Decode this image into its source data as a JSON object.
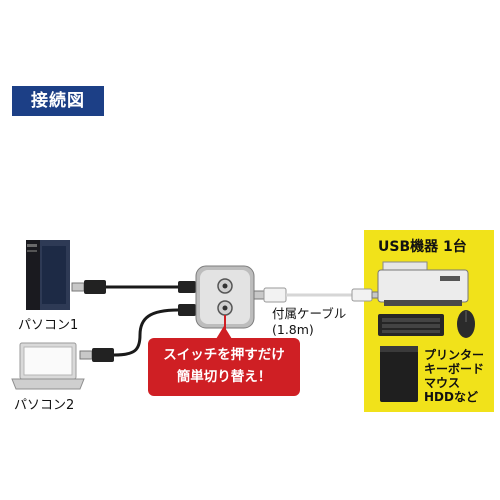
{
  "header": {
    "title": "接続図"
  },
  "pc1": {
    "label": "パソコン1"
  },
  "pc2": {
    "label": "パソコン2"
  },
  "switch_box": {
    "callout_line1": "スイッチを押すだけ",
    "callout_line2": "簡単切り替え！"
  },
  "cable": {
    "label_line1": "付属ケーブル",
    "label_line2": "(1.8m)"
  },
  "devices": {
    "title": "USB機器 1台",
    "items": [
      "プリンター",
      "キーボード",
      "マウス",
      "HDDなど"
    ]
  },
  "colors": {
    "header_bg": "#1c3f86",
    "panel_bg": "#f1e21a",
    "callout_bg": "#cf1f24"
  }
}
